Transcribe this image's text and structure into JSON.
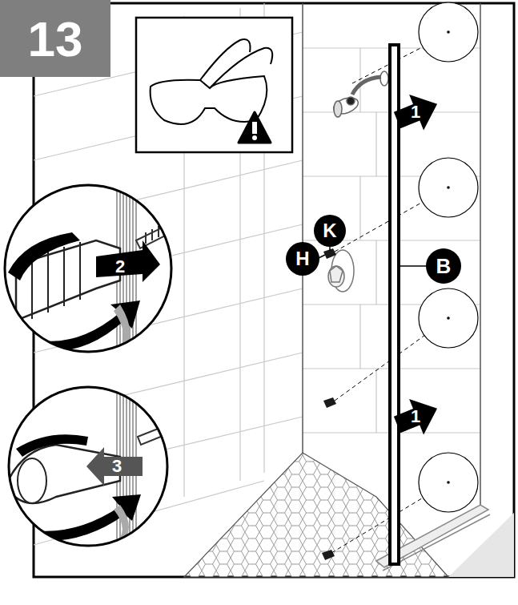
{
  "diagram": {
    "nodes": [
      {
        "text": [
          "13"
        ]
      },
      {
        "text": [
          "K"
        ]
      },
      {
        "text": [
          "H"
        ]
      },
      {
        "text": [
          "B"
        ]
      }
    ],
    "labels": [
      "1",
      "2",
      "3",
      "1"
    ]
  }
}
